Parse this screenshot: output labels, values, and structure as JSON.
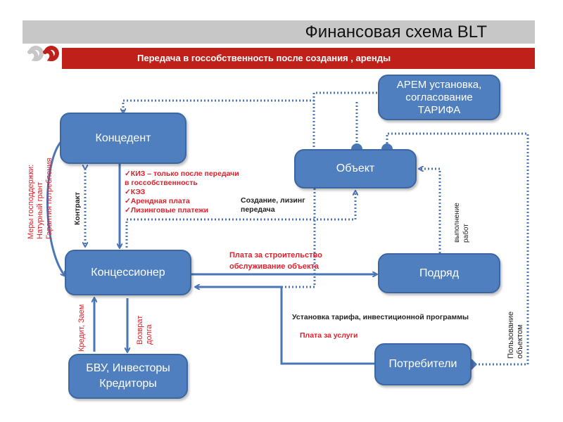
{
  "header": {
    "title": "Финансовая схема BLT",
    "subtitle": "Передача в госсобственность после создания , аренды"
  },
  "nodes": {
    "koncedent": "Концедент",
    "koncessioner": "Концессионер",
    "obekt": "Объект",
    "podryad": "Подряд",
    "arem": "АРЕМ установка, согласование ТАРИФА",
    "bvu": "БВУ, Инвесторы Кредиторы",
    "potrebiteli": "Потребители"
  },
  "labels": {
    "support_measures": [
      "Меры господдержки:",
      "Натурный грант",
      "Гарантия потребления"
    ],
    "contract": "Контракт",
    "koncedent_payments": [
      "✓КИЗ – только после передачи",
      "в госсобственность",
      "✓КЭЗ",
      "✓Арендная плата",
      "✓Лизинговые платежи"
    ],
    "creation_leasing": [
      "Создание, лизинг",
      "передача"
    ],
    "payment_construction": [
      "Плата за строительство",
      "обслуживание объекта"
    ],
    "works_execution": [
      "выполнение",
      "работ"
    ],
    "tariff_setting": "Установка тарифа, инвестиционной программы",
    "payment_services": "Плата за услуги",
    "object_usage": [
      "Пользование",
      "объектом"
    ],
    "credit_loans": "Кредит, Заем",
    "debt_return": [
      "Возврат",
      "долга"
    ]
  },
  "colors": {
    "box_fill": "#4f7fbf",
    "arrow": "#4a76b8",
    "header_red": "#c0201a",
    "header_gray": "#c7c7c7",
    "label_red": "#e0202a"
  }
}
